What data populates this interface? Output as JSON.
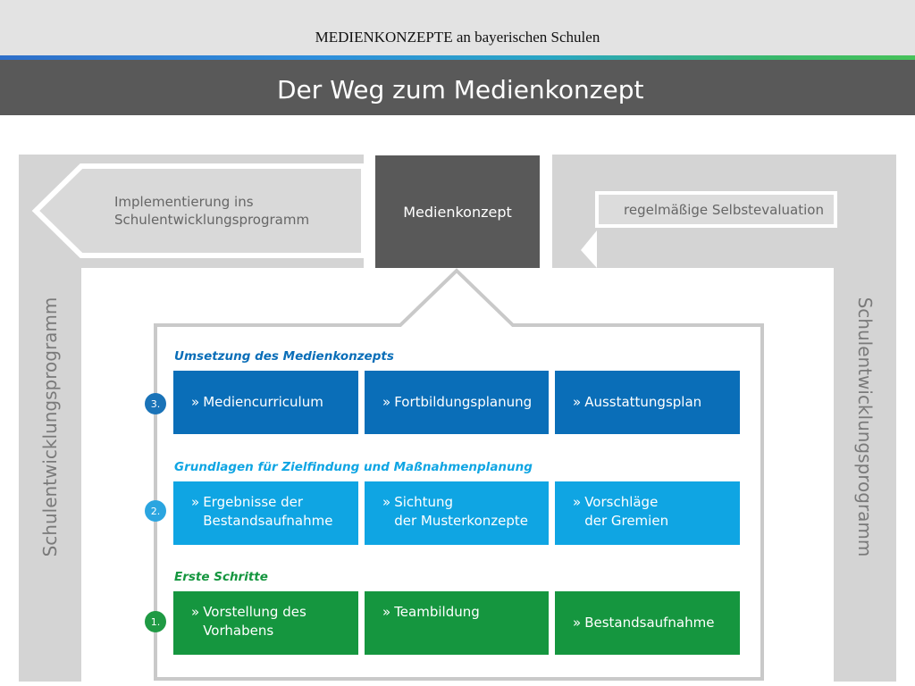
{
  "header": {
    "slide_title": "MEDIENKONZEPTE an bayerischen Schulen",
    "heading": "Der Weg zum Medienkonzept"
  },
  "diagram": {
    "left_arrow": "Implementierung ins\nSchulentwicklungsprogramm",
    "center": "Medienkonzept",
    "right_arrow": "regelmäßige Selbstevaluation",
    "left_vertical": "Schulentwicklungsprogramm",
    "right_vertical": "Schulentwicklungsprogramm",
    "chevron": "»",
    "colors": {
      "gray": "#d4d4d4",
      "dark": "#595959",
      "blue_dark": "#0a6eb8",
      "blue_light": "#0fa5e3",
      "green": "#15963f"
    },
    "sections": [
      {
        "step": "3.",
        "title": "Umsetzung des Medienkonzepts",
        "color": "#0a6eb8",
        "items": [
          "Mediencurriculum",
          "Fortbildungsplanung",
          "Ausstattungsplan"
        ]
      },
      {
        "step": "2.",
        "title": "Grundlagen für Zielfindung und Maßnahmenplanung",
        "color": "#0fa5e3",
        "items": [
          "Ergebnisse der\nBestandsaufnahme",
          "Sichtung\nder Musterkonzepte",
          "Vorschläge\nder Gremien"
        ]
      },
      {
        "step": "1.",
        "title": "Erste Schritte",
        "color": "#15963f",
        "items": [
          "Vorstellung des\nVorhabens",
          "Teambildung",
          "Bestandsaufnahme"
        ]
      }
    ]
  }
}
